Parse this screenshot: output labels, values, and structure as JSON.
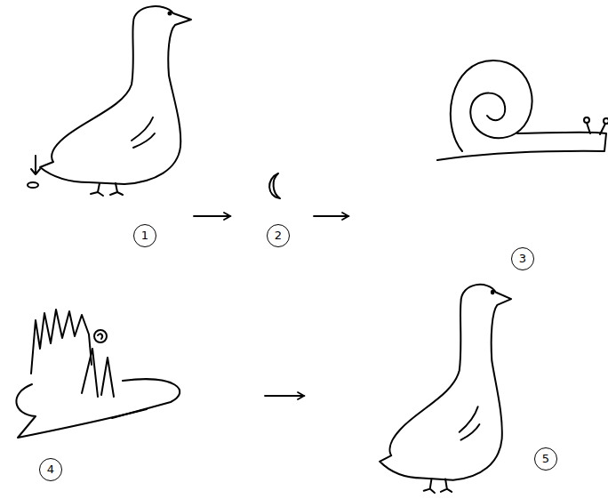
{
  "diagram": {
    "nodes": [
      {
        "text": [
          "1"
        ]
      },
      {
        "text": [
          "2"
        ]
      },
      {
        "text": [
          "3"
        ]
      },
      {
        "text": [
          "4"
        ]
      },
      {
        "text": [
          "5"
        ]
      }
    ],
    "edges": [
      {
        "from": 0,
        "to": 1,
        "arrow": "to"
      },
      {
        "from": 1,
        "to": 2,
        "arrow": "to"
      },
      {
        "from": 3,
        "to": 4,
        "arrow": "to"
      }
    ]
  }
}
